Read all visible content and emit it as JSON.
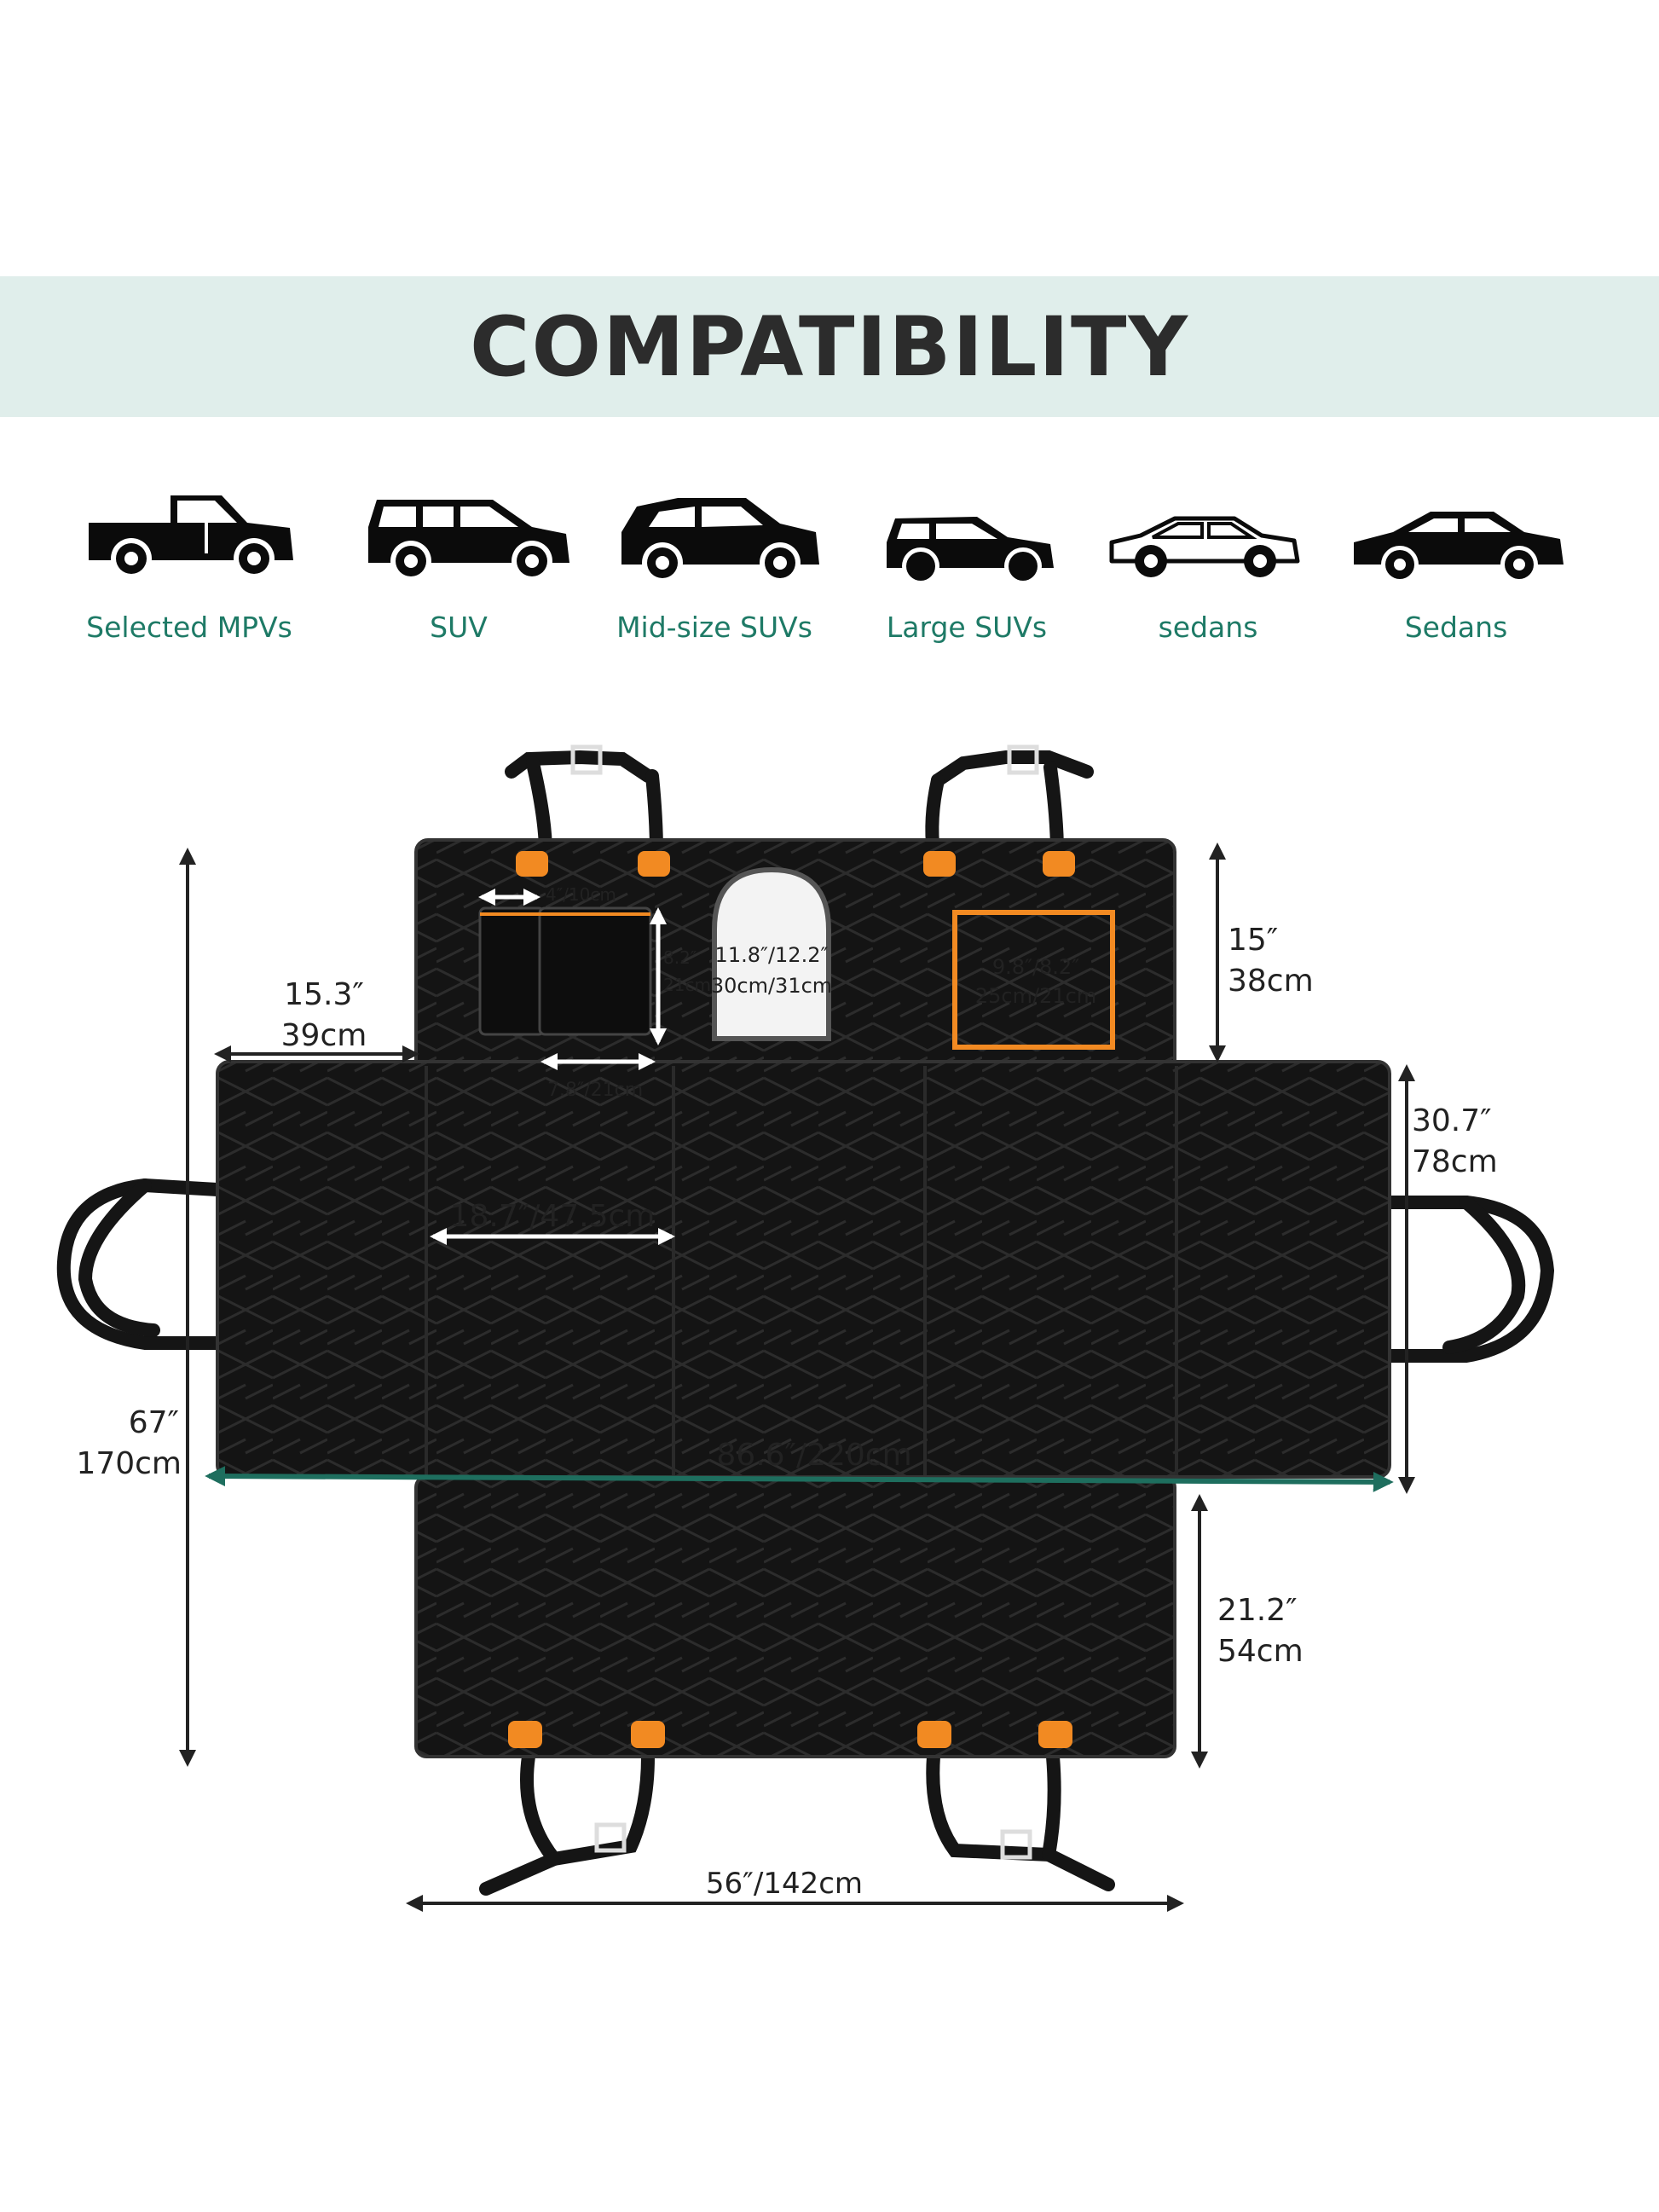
{
  "banner": {
    "title": "COMPATIBILITY"
  },
  "vehicles": [
    {
      "label": "Selected MPVs",
      "icon": "pickup-truck-icon"
    },
    {
      "label": "SUV",
      "icon": "suv-icon"
    },
    {
      "label": "Mid-size SUVs",
      "icon": "midsize-suv-icon"
    },
    {
      "label": "Large SUVs",
      "icon": "large-suv-icon"
    },
    {
      "label": "sedans",
      "icon": "sedan-outline-icon"
    },
    {
      "label": "Sedans",
      "icon": "sedan-icon"
    }
  ],
  "dimensions": {
    "pocket_small_width": "4″/10cm",
    "pocket_height_in": "8.2″",
    "pocket_height_cm": "21cm",
    "pocket_width": "7.8″/21cm",
    "window_size_in": "11.8″/12.2″",
    "window_size_cm": "30cm/31cm",
    "velcro_size_in": "9.8″/8.2″",
    "velcro_size_cm": "25cm/21cm",
    "side_flap_width_in": "15.3″",
    "side_flap_width_cm": "39cm",
    "backrest_height_in": "15″",
    "backrest_height_cm": "38cm",
    "seat_depth_in": "30.7″",
    "seat_depth_cm": "78cm",
    "panel_width": "18.7″/47.5cm",
    "total_width": "86.6″/220cm",
    "total_length_in": "67″",
    "total_length_cm": "170cm",
    "front_flap_in": "21.2″",
    "front_flap_cm": "54cm",
    "bottom_width": "56″/142cm"
  },
  "colors": {
    "banner_bg": "#e0eeeb",
    "label_teal": "#1e7a66",
    "orange": "#f28a22",
    "fabric": "#141414"
  }
}
